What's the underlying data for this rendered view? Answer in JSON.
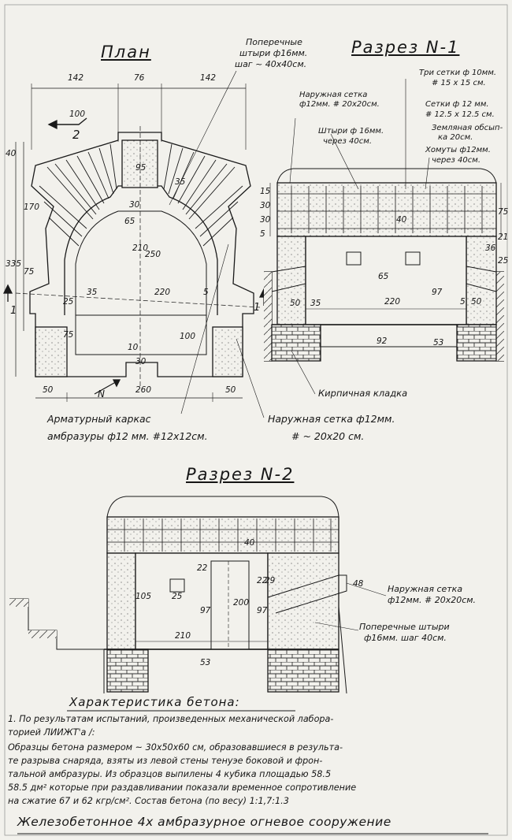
{
  "titles": {
    "plan": "План",
    "section1": "Разрез N-1",
    "section2": "Разрез N-2",
    "characteristic": "Характеристика бетона:"
  },
  "plan": {
    "top_dims": [
      "142",
      "76",
      "142"
    ],
    "dim_100_top": "100",
    "section_mark_2": "2",
    "dims_right": [
      "95",
      "35",
      "30",
      "65",
      "210",
      "250"
    ],
    "dims_left": [
      "40",
      "170",
      "335",
      "75",
      "75",
      "25"
    ],
    "dims_inner": [
      "35",
      "220",
      "5",
      "100",
      "10",
      "30"
    ],
    "bottom_dims": [
      "50",
      "260",
      "50"
    ],
    "north": "N",
    "section_mark_1_left": "1",
    "section_mark_1_right": "1",
    "label_transverse": [
      "Поперечные",
      "штыри ф16мм.",
      "шаг ~ 40х40см."
    ],
    "label_armature": [
      "Арматурный каркас",
      "амбразуры ф12 мм. #12х12см."
    ],
    "label_outer_mesh": [
      "Наружная сетка ф12мм.",
      "# ~ 20х20 см."
    ]
  },
  "section1": {
    "labels": {
      "outer_mesh": [
        "Наружная сетка",
        "ф12мм. # 20х20см."
      ],
      "three_meshes": [
        "Три сетки ф 10мм.",
        "# 15 х 15 см."
      ],
      "meshes_12": [
        "Сетки ф 12 мм.",
        "# 12.5 х 12.5 см."
      ],
      "earth": [
        "Земляная обсып-",
        "ка 20см."
      ],
      "pins": [
        "Штыри ф 16мм.",
        "через 40см."
      ],
      "clamps": [
        "Хомуты ф12мм.",
        "через 40см."
      ],
      "brick": "Кирпичная кладка"
    },
    "dims": [
      "15",
      "30",
      "30",
      "5",
      "40",
      "65",
      "220",
      "50",
      "35",
      "97",
      "92",
      "53",
      "5",
      "50",
      "75",
      "21",
      "25",
      "36"
    ]
  },
  "section2": {
    "labels": {
      "outer_mesh": [
        "Наружная сетка",
        "ф12мм. # 20х20см."
      ],
      "transverse_pins": [
        "Поперечные штыри",
        "ф16мм. шаг 40см."
      ]
    },
    "dims": [
      "40",
      "105",
      "25",
      "22",
      "97",
      "200",
      "22",
      "29",
      "210",
      "53",
      "97",
      "48"
    ]
  },
  "characteristic_text": [
    "1. По результатам испытаний, произведенных механической лабора-",
    "торией ЛИИЖТ'а /:",
    "Образцы бетона размером ~ 30х50х60 см, образовавшиеся в результа-",
    "те разрыва снаряда, взяты из левой стены тенуэе боковой и фрон-",
    "тальной амбразуры. Из образцов выпилены 4 кубика площадью 58.5",
    "58.5 дм² которые при раздавливании показали временное сопротивление",
    "на сжатие 67 и 62 кгр/см². Состав бетона (по весу) 1:1,7:1.3"
  ],
  "footer_title": "Железобетонное 4х амбразурное огневое сооружение"
}
